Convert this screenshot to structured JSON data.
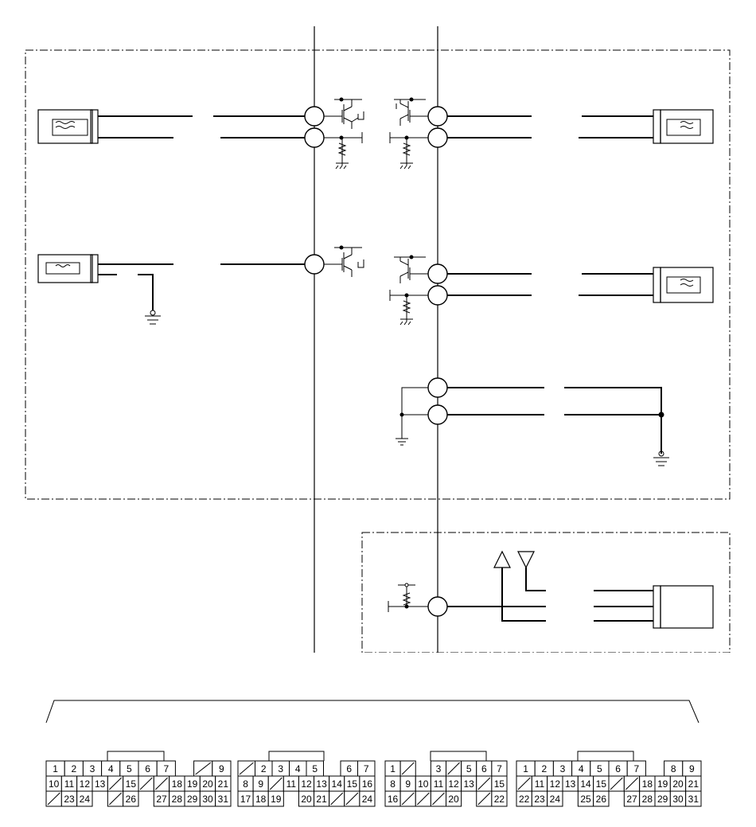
{
  "connectors": [
    {
      "rows": [
        [
          "1",
          "2",
          "3",
          "4",
          "5",
          "6",
          "7",
          "",
          "/",
          "9"
        ],
        [
          "10",
          "11",
          "12",
          "13",
          "/",
          "15",
          "/",
          "/",
          "18",
          "19",
          "20",
          "21"
        ],
        [
          "/",
          "23",
          "24",
          "",
          "/",
          "26",
          "",
          "27",
          "28",
          "29",
          "30",
          "31"
        ]
      ]
    },
    {
      "rows": [
        [
          "/",
          "2",
          "3",
          "4",
          "5",
          "",
          "6",
          "7"
        ],
        [
          "8",
          "9",
          "/",
          "11",
          "12",
          "13",
          "14",
          "15",
          "16"
        ],
        [
          "17",
          "18",
          "19",
          "",
          "20",
          "21",
          "/",
          "/",
          "24"
        ]
      ]
    },
    {
      "rows": [
        [
          "1",
          "/",
          "",
          "3",
          "/",
          "5",
          "6",
          "7"
        ],
        [
          "8",
          "9",
          "10",
          "11",
          "12",
          "13",
          "/",
          "15"
        ],
        [
          "16",
          "/",
          "/",
          "/",
          "20",
          "",
          "/",
          "22"
        ]
      ]
    },
    {
      "rows": [
        [
          "1",
          "2",
          "3",
          "4",
          "5",
          "6",
          "7",
          "",
          "8",
          "9"
        ],
        [
          "/",
          "11",
          "12",
          "13",
          "14",
          "15",
          "/",
          "/",
          "18",
          "19",
          "20",
          "21"
        ],
        [
          "22",
          "23",
          "24",
          "",
          "25",
          "26",
          "",
          "27",
          "28",
          "29",
          "30",
          "31"
        ]
      ]
    }
  ]
}
